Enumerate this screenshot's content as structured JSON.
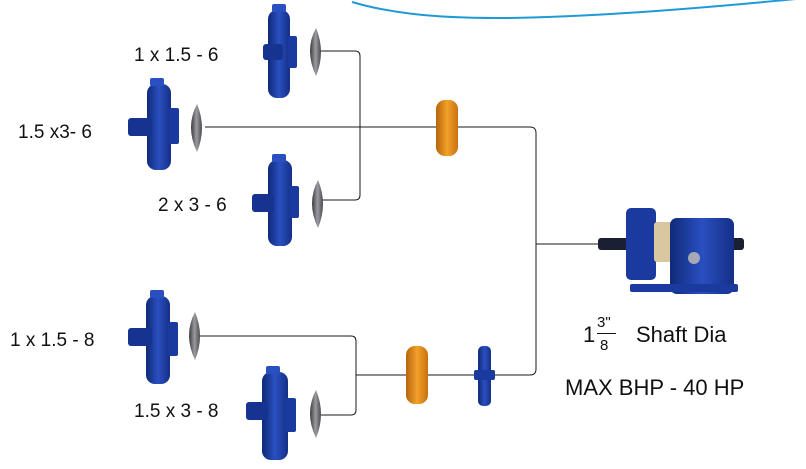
{
  "pumps": {
    "p1": "1 x 1.5 - 6",
    "p2": "1.5 x3- 6",
    "p3": "2 x 3 - 6",
    "p4": "1 x 1.5 - 8",
    "p5": "1.5 x 3 - 8"
  },
  "shaft": {
    "whole": "1",
    "numerator": "3\"",
    "denominator": "8",
    "text": "Shaft Dia"
  },
  "max_bhp": "MAX BHP - 40 HP",
  "colors": {
    "casing": "#1f3fa8",
    "casing_dark": "#10256e",
    "impeller": "#6f6f74",
    "adapter": "#e08a17",
    "lines": "#1a1a1a",
    "arc": "#1f9ad6"
  }
}
